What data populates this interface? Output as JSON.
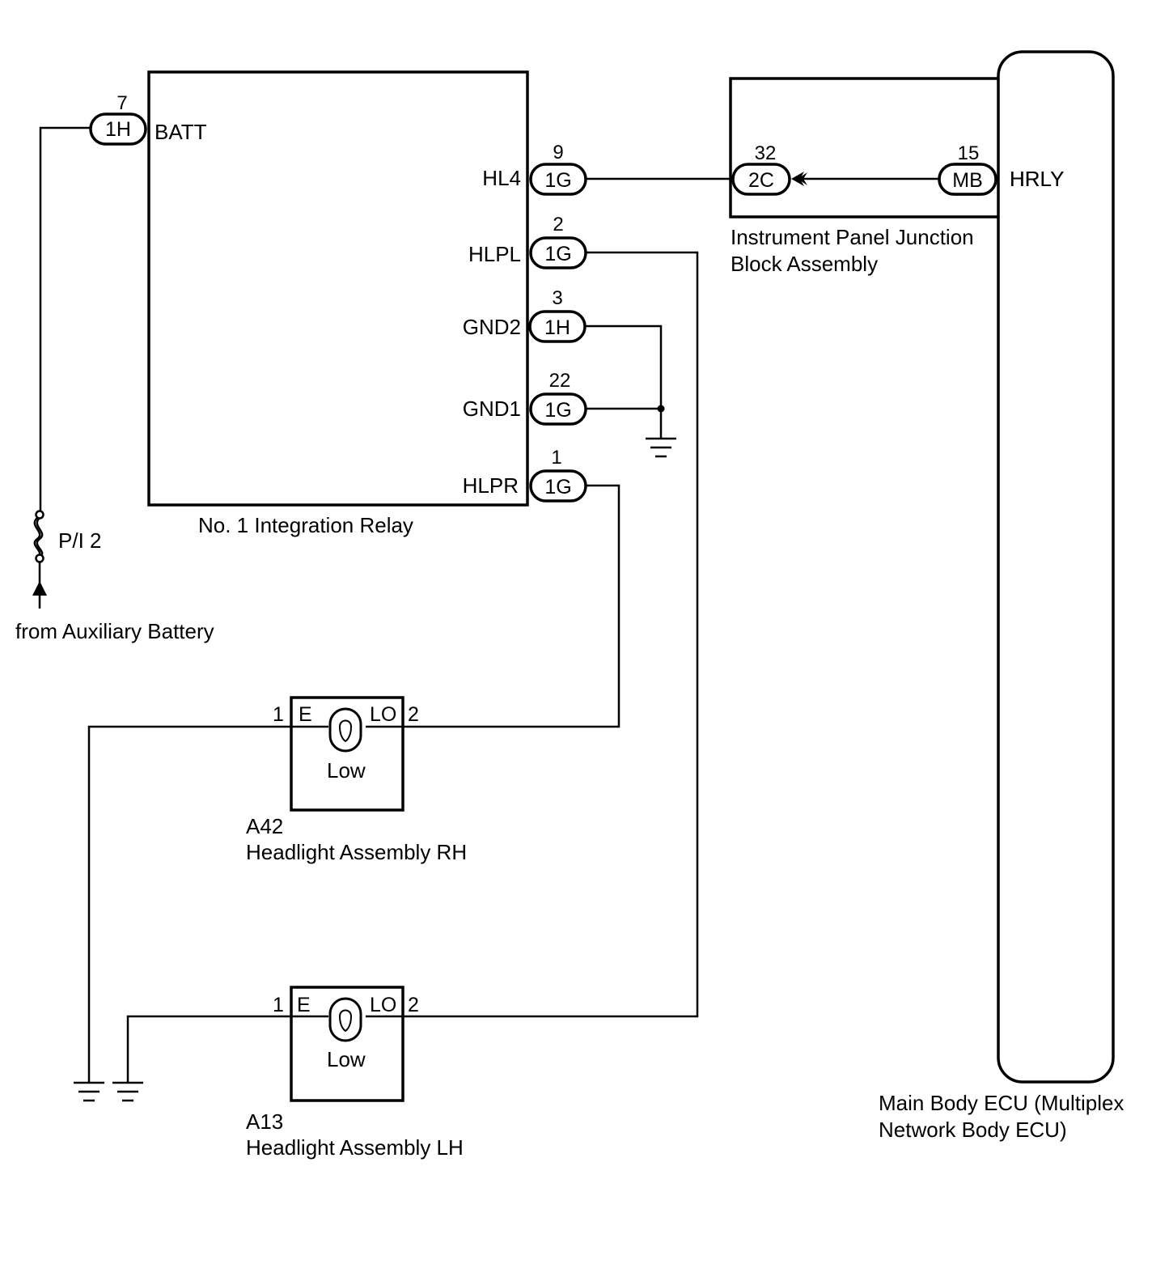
{
  "components": {
    "relay": {
      "label": "No. 1 Integration Relay"
    },
    "junction_block": {
      "line1": "Instrument Panel Junction",
      "line2": "Block Assembly"
    },
    "ecu": {
      "line1": "Main Body ECU (Multiplex",
      "line2": "Network Body ECU)"
    },
    "headlight_rh": {
      "code": "A42",
      "name": "Headlight Assembly RH",
      "bulb": "Low",
      "pin_e_num": "1",
      "pin_e": "E",
      "pin_lo": "LO",
      "pin_lo_num": "2"
    },
    "headlight_lh": {
      "code": "A13",
      "name": "Headlight Assembly LH",
      "bulb": "Low",
      "pin_e_num": "1",
      "pin_e": "E",
      "pin_lo": "LO",
      "pin_lo_num": "2"
    }
  },
  "relay_pins": [
    {
      "num": "7",
      "connector": "1H",
      "name": "BATT"
    },
    {
      "num": "9",
      "connector": "1G",
      "name": "HL4"
    },
    {
      "num": "2",
      "connector": "1G",
      "name": "HLPL"
    },
    {
      "num": "3",
      "connector": "1H",
      "name": "GND2"
    },
    {
      "num": "22",
      "connector": "1G",
      "name": "GND1"
    },
    {
      "num": "1",
      "connector": "1G",
      "name": "HLPR"
    }
  ],
  "junction_pins": [
    {
      "num": "32",
      "connector": "2C"
    },
    {
      "num": "15",
      "connector": "MB",
      "name": "HRLY"
    }
  ],
  "fuse": {
    "label": "P/I 2"
  },
  "source": {
    "label": "from Auxiliary Battery"
  }
}
